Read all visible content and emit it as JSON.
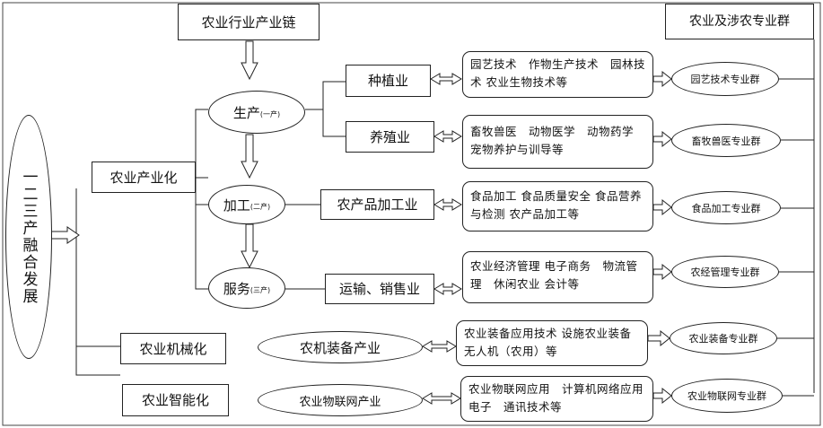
{
  "headers": {
    "industry_chain": "农业行业产业链",
    "specialty_group": "农业及涉农专业群"
  },
  "root": "一二三产融合发展",
  "branches": {
    "industrialization": "农业产业化",
    "mechanization": "农业机械化",
    "intelligence": "农业智能化"
  },
  "stages": {
    "production": {
      "label": "生产",
      "tag": "(一产)"
    },
    "processing": {
      "label": "加工",
      "tag": "(二产)"
    },
    "service": {
      "label": "服务",
      "tag": "(三产)"
    }
  },
  "sectors": {
    "planting": "种植业",
    "breeding": "养殖业",
    "product_processing": "农产品加工业",
    "logistics_sales": "运输、销售业",
    "machinery_equipment": "农机装备产业",
    "iot": "农业物联网产业"
  },
  "skills": {
    "planting": "园艺技术　作物生产技术　园林技术 农业生物技术等",
    "breeding": "畜牧兽医　动物医学　动物药学 宠物养护与训导等",
    "processing": "食品加工 食品质量安全 食品营养与检测 农产品加工等",
    "service": "农业经济管理 电子商务　物流管理　休闲农业 会计等",
    "machinery": "农业装备应用技术 设施农业装备　无人机（农用）等",
    "iot": "农业物联网应用　计算机网络应用电子　通讯技术等"
  },
  "groups": {
    "horticulture": "园艺技术专业群",
    "animal_husbandry": "畜牧兽医专业群",
    "food_processing": "食品加工专业群",
    "agri_economics": "农经管理专业群",
    "agri_equipment": "农业装备专业群",
    "agri_iot": "农业物联网专业群"
  }
}
